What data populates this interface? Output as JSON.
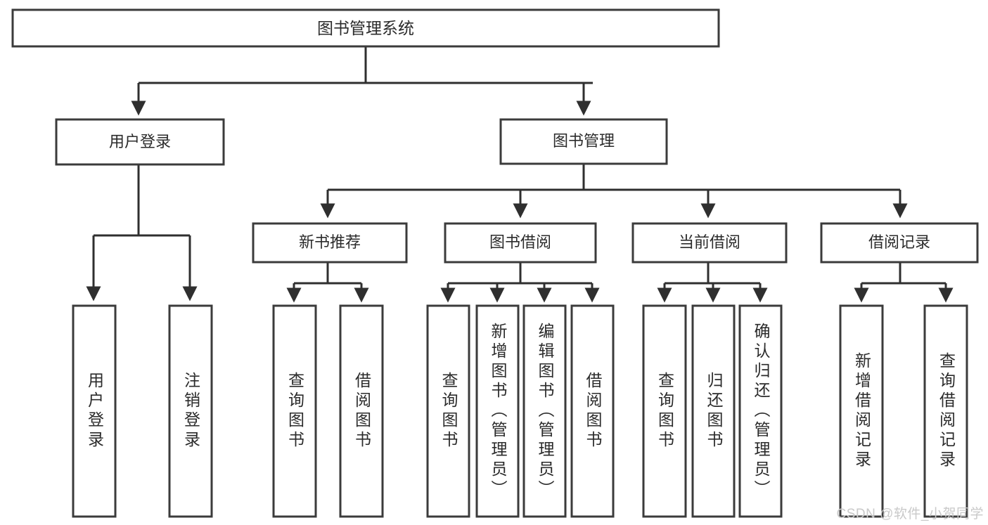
{
  "diagram": {
    "title_box": {
      "label": "图书管理系统"
    },
    "level1": [
      {
        "id": "user-login",
        "label": "用户登录"
      },
      {
        "id": "book-management",
        "label": "图书管理"
      }
    ],
    "level2": [
      {
        "id": "new-book-recommend",
        "label": "新书推荐"
      },
      {
        "id": "book-borrow",
        "label": "图书借阅"
      },
      {
        "id": "current-borrow",
        "label": "当前借阅"
      },
      {
        "id": "borrow-record",
        "label": "借阅记录"
      }
    ],
    "leaves": {
      "user_login": [
        {
          "id": "leaf-user-login",
          "label": "用户登录"
        },
        {
          "id": "leaf-logout-login",
          "label": "注销登录"
        }
      ],
      "new_book_recommend": [
        {
          "id": "leaf-query-book-1",
          "label": "查询图书"
        },
        {
          "id": "leaf-borrow-book-1",
          "label": "借阅图书"
        }
      ],
      "book_borrow": [
        {
          "id": "leaf-query-book-2",
          "label": "查询图书"
        },
        {
          "id": "leaf-add-book",
          "label": "新增图书（管理员）"
        },
        {
          "id": "leaf-edit-book",
          "label": "编辑图书（管理员）"
        },
        {
          "id": "leaf-borrow-book-2",
          "label": "借阅图书"
        }
      ],
      "current_borrow": [
        {
          "id": "leaf-query-book-3",
          "label": "查询图书"
        },
        {
          "id": "leaf-return-book",
          "label": "归还图书"
        },
        {
          "id": "leaf-confirm-return",
          "label": "确认归还（管理员）"
        }
      ],
      "borrow_record": [
        {
          "id": "leaf-add-record",
          "label": "新增借阅记录"
        },
        {
          "id": "leaf-query-record",
          "label": "查询借阅记录"
        }
      ]
    }
  },
  "watermark": {
    "text": "CSDN @软件_小贺同学"
  },
  "colors": {
    "box_stroke": "#3b3b3b",
    "connector": "#2f2f2f",
    "text": "#2b2b2b",
    "background": "#ffffff",
    "watermark": "#c9c9c9"
  }
}
